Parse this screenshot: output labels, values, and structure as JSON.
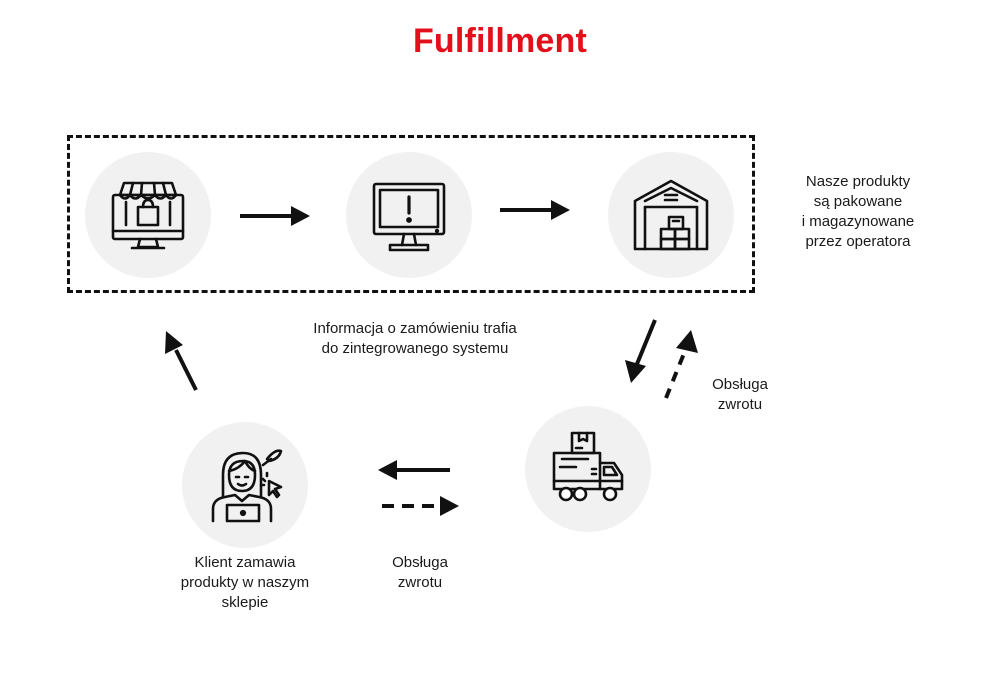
{
  "title": "Fulfillment",
  "accent_color": "#e3101b",
  "steps": [
    {
      "icon": "online-shop-icon"
    },
    {
      "icon": "monitor-alert-icon"
    },
    {
      "icon": "warehouse-icon"
    },
    {
      "icon": "delivery-truck-icon"
    },
    {
      "icon": "customer-laptop-icon"
    }
  ],
  "captions": {
    "operator_line1": "Nasze produkty",
    "operator_line2": "są pakowane",
    "operator_line3": "i magazynowane",
    "operator_line4": "przez operatora",
    "system_line1": "Informacja o zamówieniu trafia",
    "system_line2": "do zintegrowanego systemu",
    "returns_right_line1": "Obsługa",
    "returns_right_line2": "zwrotu",
    "returns_bottom_line1": "Obsługa",
    "returns_bottom_line2": "zwrotu",
    "client_line1": "Klient zamawia",
    "client_line2": "produkty w naszym",
    "client_line3": "sklepie"
  }
}
